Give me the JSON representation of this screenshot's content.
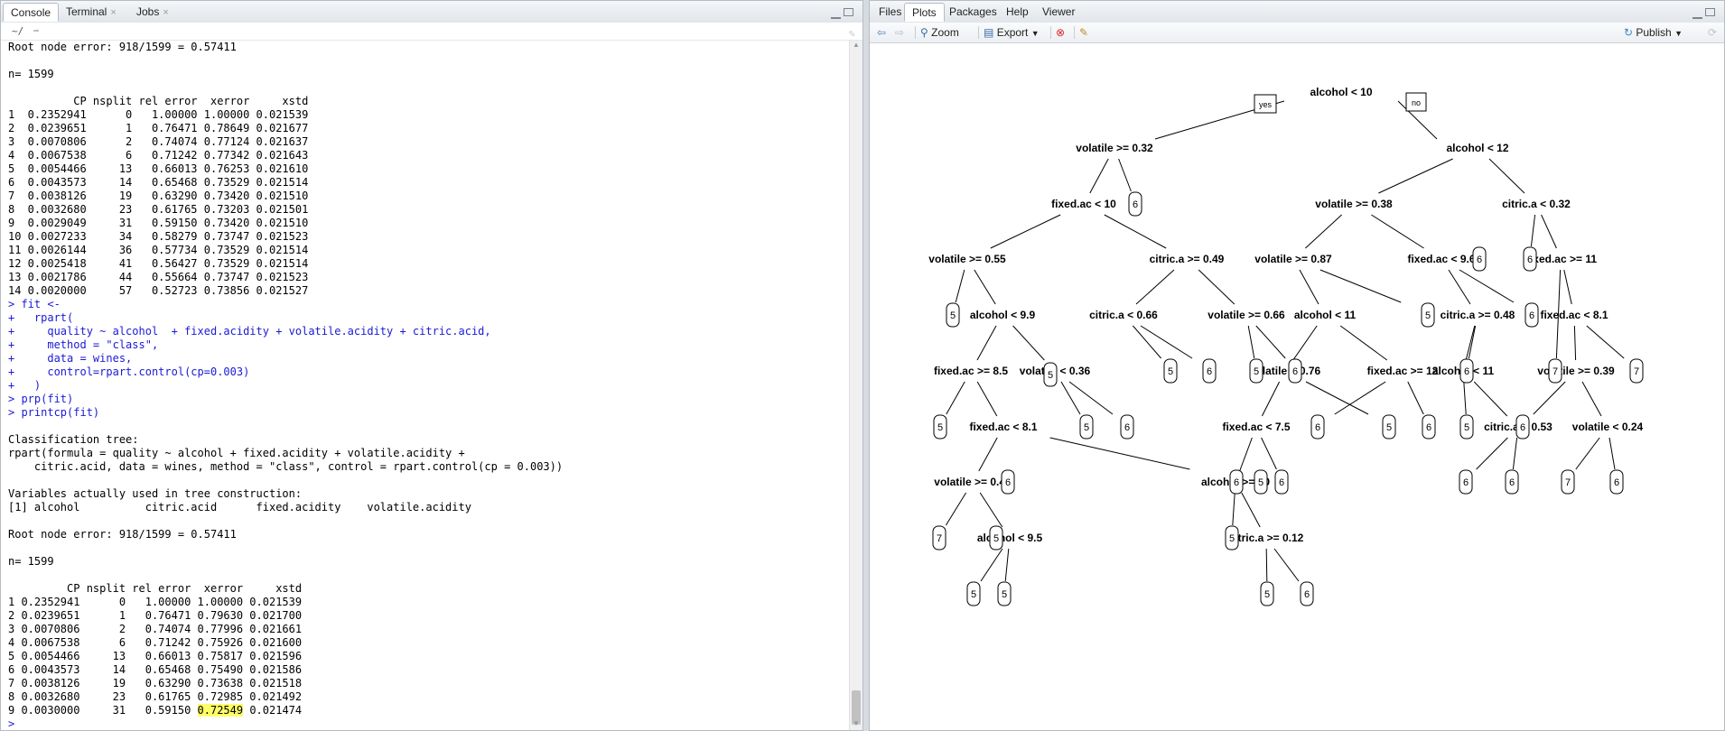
{
  "left_tabs": [
    {
      "label": "Console"
    },
    {
      "label": "Terminal",
      "close": "×"
    },
    {
      "label": "Jobs",
      "close": "×"
    }
  ],
  "console_path": "~/",
  "console_lines": [
    {
      "t": "Root node error: 918/1599 = 0.57411"
    },
    {
      "t": ""
    },
    {
      "t": "n= 1599"
    },
    {
      "t": ""
    },
    {
      "t": "          CP nsplit rel error  xerror     xstd"
    },
    {
      "t": "1  0.2352941      0   1.00000 1.00000 0.021539"
    },
    {
      "t": "2  0.0239651      1   0.76471 0.78649 0.021677"
    },
    {
      "t": "3  0.0070806      2   0.74074 0.77124 0.021637"
    },
    {
      "t": "4  0.0067538      6   0.71242 0.77342 0.021643"
    },
    {
      "t": "5  0.0054466     13   0.66013 0.76253 0.021610"
    },
    {
      "t": "6  0.0043573     14   0.65468 0.73529 0.021514"
    },
    {
      "t": "7  0.0038126     19   0.63290 0.73420 0.021510"
    },
    {
      "t": "8  0.0032680     23   0.61765 0.73203 0.021501"
    },
    {
      "t": "9  0.0029049     31   0.59150 0.73420 0.021510"
    },
    {
      "t": "10 0.0027233     34   0.58279 0.73747 0.021523"
    },
    {
      "t": "11 0.0026144     36   0.57734 0.73529 0.021514"
    },
    {
      "t": "12 0.0025418     41   0.56427 0.73529 0.021514"
    },
    {
      "t": "13 0.0021786     44   0.55664 0.73747 0.021523"
    },
    {
      "t": "14 0.0020000     57   0.52723 0.73856 0.021527"
    },
    {
      "t": "> fit <-",
      "cmd": true
    },
    {
      "t": "+   rpart(",
      "cmd": true
    },
    {
      "t": "+     quality ~ alcohol  + fixed.acidity + volatile.acidity + citric.acid,",
      "cmd": true
    },
    {
      "t": "+     method = \"class\",",
      "cmd": true
    },
    {
      "t": "+     data = wines,",
      "cmd": true
    },
    {
      "t": "+     control=rpart.control(cp=0.003)",
      "cmd": true
    },
    {
      "t": "+   )",
      "cmd": true
    },
    {
      "t": "> prp(fit)",
      "cmd": true
    },
    {
      "t": "> printcp(fit)",
      "cmd": true
    },
    {
      "t": ""
    },
    {
      "t": "Classification tree:"
    },
    {
      "t": "rpart(formula = quality ~ alcohol + fixed.acidity + volatile.acidity +"
    },
    {
      "t": "    citric.acid, data = wines, method = \"class\", control = rpart.control(cp = 0.003))"
    },
    {
      "t": ""
    },
    {
      "t": "Variables actually used in tree construction:"
    },
    {
      "t": "[1] alcohol          citric.acid      fixed.acidity    volatile.acidity"
    },
    {
      "t": ""
    },
    {
      "t": "Root node error: 918/1599 = 0.57411"
    },
    {
      "t": ""
    },
    {
      "t": "n= 1599"
    },
    {
      "t": ""
    },
    {
      "t": "         CP nsplit rel error  xerror     xstd"
    },
    {
      "t": "1 0.2352941      0   1.00000 1.00000 0.021539"
    },
    {
      "t": "2 0.0239651      1   0.76471 0.79630 0.021700"
    },
    {
      "t": "3 0.0070806      2   0.74074 0.77996 0.021661"
    },
    {
      "t": "4 0.0067538      6   0.71242 0.75926 0.021600"
    },
    {
      "t": "5 0.0054466     13   0.66013 0.75817 0.021596"
    },
    {
      "t": "6 0.0043573     14   0.65468 0.75490 0.021586"
    },
    {
      "t": "7 0.0038126     19   0.63290 0.73638 0.021518"
    },
    {
      "t": "8 0.0032680     23   0.61765 0.72985 0.021492"
    },
    {
      "t": "9 0.0030000     31   0.59150 ",
      "hl": "0.72549",
      "after": " 0.021474"
    },
    {
      "t": ">",
      "cmd": true
    }
  ],
  "right_tabs": [
    {
      "label": "Files"
    },
    {
      "label": "Plots"
    },
    {
      "label": "Packages"
    },
    {
      "label": "Help"
    },
    {
      "label": "Viewer"
    }
  ],
  "plots_toolbar": {
    "zoom": "Zoom",
    "export": "Export",
    "publish": "Publish"
  },
  "tree": {
    "yes": "yes",
    "no": "no",
    "splits": [
      "alcohol < 10",
      "volatile >= 0.32",
      "alcohol < 12",
      "fixed.ac < 10",
      "volatile >= 0.38",
      "citric.a < 0.32",
      "volatile >= 0.55",
      "citric.a >= 0.49",
      "volatile >= 0.87",
      "fixed.ac < 9.6",
      "fixed.ac >= 11",
      "alcohol < 9.9",
      "citric.a < 0.66",
      "volatile >= 0.66",
      "alcohol < 11",
      "citric.a >= 0.48",
      "fixed.ac < 8.1",
      "fixed.ac >= 8.5",
      "volatile < 0.36",
      "volatile < 0.76",
      "fixed.ac >= 12",
      "alcohol < 11",
      "volatile >= 0.39",
      "fixed.ac < 8.1",
      "fixed.ac < 7.5",
      "citric.a < 0.53",
      "volatile < 0.24",
      "volatile >= 0.41",
      "alcohol >= 10",
      "alcohol < 9.5",
      "citric.a >= 0.12"
    ],
    "leaves": [
      "6",
      "6",
      "6",
      "5",
      "5",
      "5",
      "6",
      "5",
      "6",
      "5",
      "6",
      "6",
      "7",
      "7",
      "5",
      "5",
      "6",
      "5",
      "6",
      "6",
      "5",
      "6",
      "6",
      "6",
      "5",
      "6",
      "6",
      "7",
      "6",
      "7",
      "5",
      "5",
      "5",
      "5",
      "6",
      "5",
      "6"
    ]
  }
}
